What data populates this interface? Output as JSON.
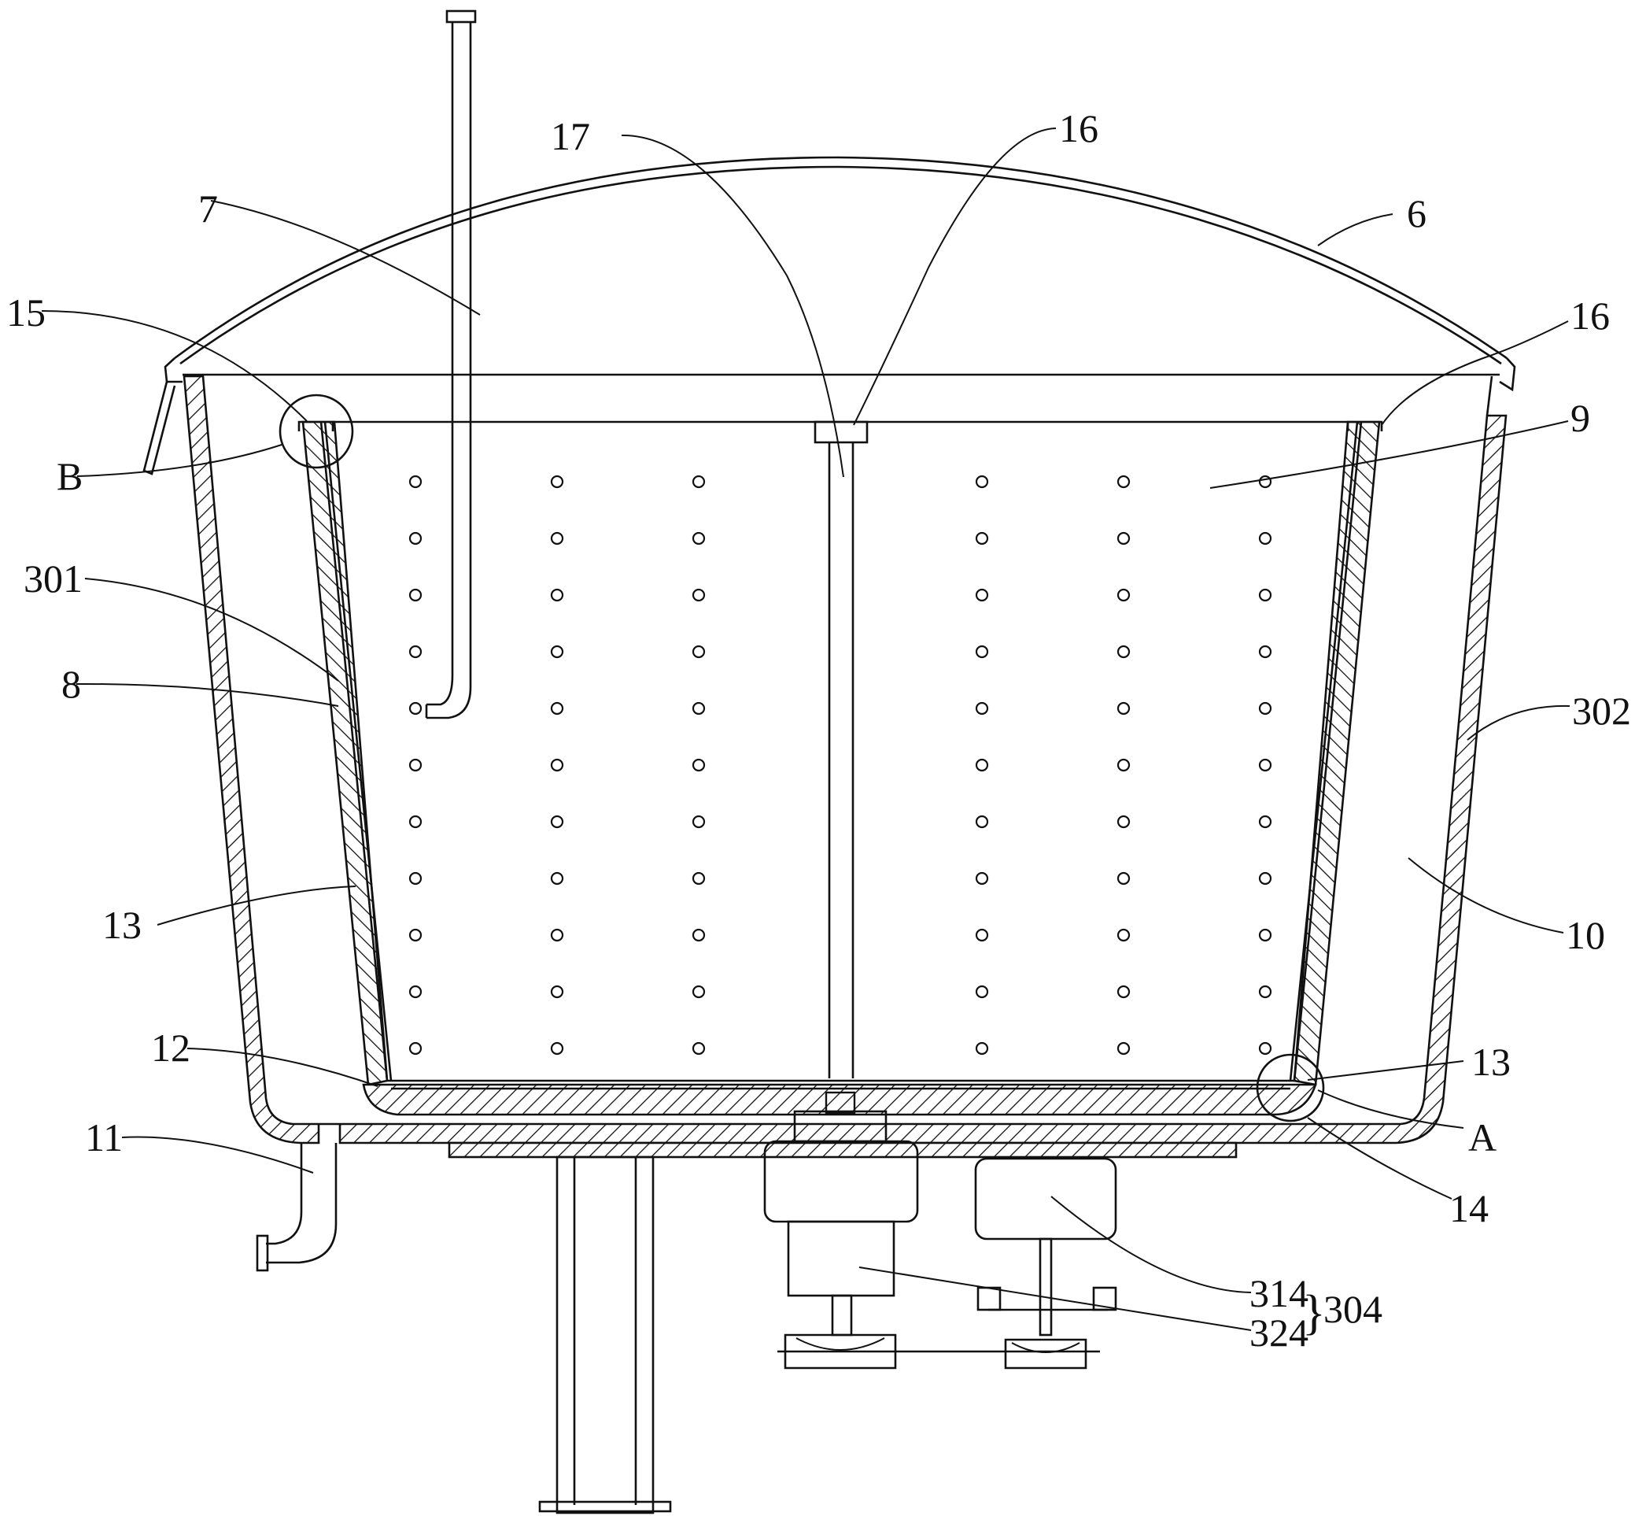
{
  "figure": {
    "labels": {
      "l6": "6",
      "l7": "7",
      "l8": "8",
      "l9": "9",
      "l10": "10",
      "l11": "11",
      "l12": "12",
      "l13_left": "13",
      "l13_right": "13",
      "l14": "14",
      "l15": "15",
      "l16_top": "16",
      "l16_right": "16",
      "l17": "17",
      "l301": "301",
      "l302": "302",
      "l304": "304",
      "l314": "314",
      "l324": "324",
      "lA": "A",
      "lB": "B"
    },
    "brace": "}"
  }
}
